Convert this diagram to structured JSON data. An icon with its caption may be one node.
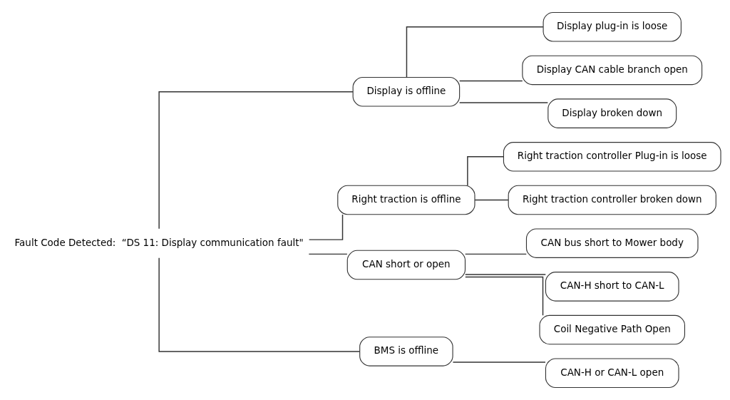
{
  "diagram": {
    "nodes": [
      {
        "text": [
          "Fault Code Detected:  “DS 11: Display communication fault\""
        ]
      },
      {
        "text": [
          "Display is offline"
        ]
      },
      {
        "text": [
          "Display plug-in is loose"
        ]
      },
      {
        "text": [
          "Display CAN cable branch open"
        ]
      },
      {
        "text": [
          "Display broken down"
        ]
      },
      {
        "text": [
          "Right traction is offline"
        ]
      },
      {
        "text": [
          "Right traction controller Plug-in is loose"
        ]
      },
      {
        "text": [
          "Right traction controller broken down"
        ]
      },
      {
        "text": [
          "CAN short or open"
        ]
      },
      {
        "text": [
          "CAN bus short to Mower body"
        ]
      },
      {
        "text": [
          "CAN-H short to CAN-L"
        ]
      },
      {
        "text": [
          "Coil Negative Path Open"
        ]
      },
      {
        "text": [
          "BMS is offline"
        ]
      },
      {
        "text": [
          "CAN-H or CAN-L open"
        ]
      }
    ],
    "edges": [
      {
        "from": 0,
        "to": 1,
        "arrow": "none"
      },
      {
        "from": 0,
        "to": 5,
        "arrow": "none"
      },
      {
        "from": 0,
        "to": 8,
        "arrow": "none"
      },
      {
        "from": 0,
        "to": 12,
        "arrow": "none"
      },
      {
        "from": 1,
        "to": 2,
        "arrow": "none"
      },
      {
        "from": 1,
        "to": 3,
        "arrow": "none"
      },
      {
        "from": 1,
        "to": 4,
        "arrow": "none"
      },
      {
        "from": 5,
        "to": 6,
        "arrow": "none"
      },
      {
        "from": 5,
        "to": 7,
        "arrow": "none"
      },
      {
        "from": 8,
        "to": 9,
        "arrow": "none"
      },
      {
        "from": 8,
        "to": 10,
        "arrow": "none"
      },
      {
        "from": 8,
        "to": 11,
        "arrow": "none"
      },
      {
        "from": 12,
        "to": 13,
        "arrow": "none"
      }
    ]
  }
}
